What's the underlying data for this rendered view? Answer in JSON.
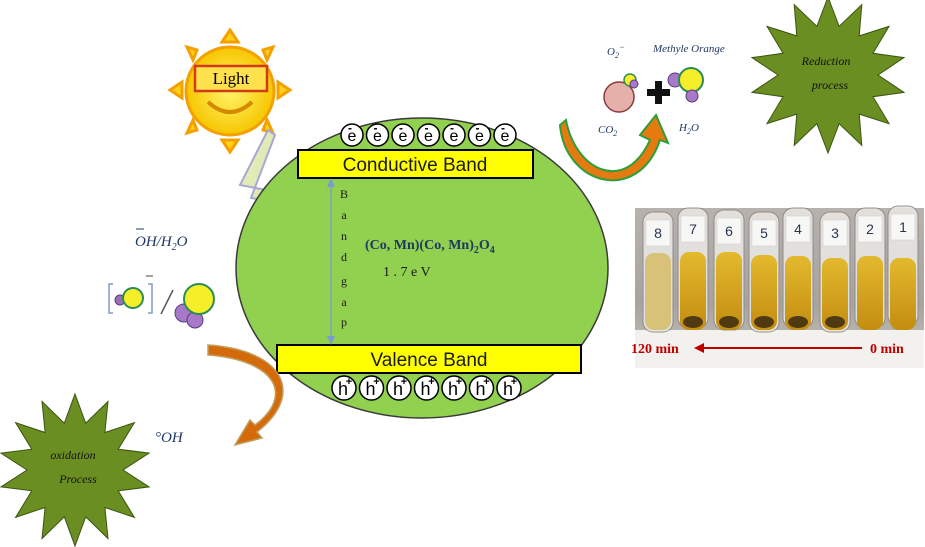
{
  "light_label": "Light",
  "conduction_band_label": "Conductive Band",
  "valence_band_label": "Valence Band",
  "band_gap_label": [
    "B",
    "a",
    "n",
    "d",
    "g",
    "a",
    "p"
  ],
  "compound_label": "(Co, Mn)(Co, Mn)",
  "compound_sub1": "2",
  "compound_o": "O",
  "compound_sub2": "4",
  "band_gap_value": "1 . 7  e V",
  "electron_symbol": "e",
  "electron_sign": "-",
  "hole_symbol": "h",
  "hole_sign": "+",
  "oh_h2o_label": "OH/H",
  "oh_h2o_sub": "2",
  "oh_h2o_end": "O",
  "oh_radical_label": "°OH",
  "superoxide_label": "O",
  "superoxide_sub": "2",
  "superoxide_sup": "−",
  "methyl_orange_label": "Methyle Orange",
  "co2_label": "CO",
  "co2_sub": "2",
  "h2o_label": "H",
  "h2o_sub": "2",
  "h2o_end": "O",
  "reduction_label_1": "Reduction",
  "reduction_label_2": "process",
  "oxidation_label_1": "oxidation",
  "oxidation_label_2": "Process",
  "time_start": "120 min",
  "time_end": "0 min",
  "tube_numbers": [
    "8",
    "7",
    "6",
    "5",
    "4",
    "3",
    "2",
    "1"
  ],
  "colors": {
    "sphere": "#92d050",
    "band": "#ffff00",
    "star": "#6b8e23",
    "arrow_orange": "#d46a0a",
    "arrow_red": "#c00000",
    "text_blue": "#1f3864"
  }
}
